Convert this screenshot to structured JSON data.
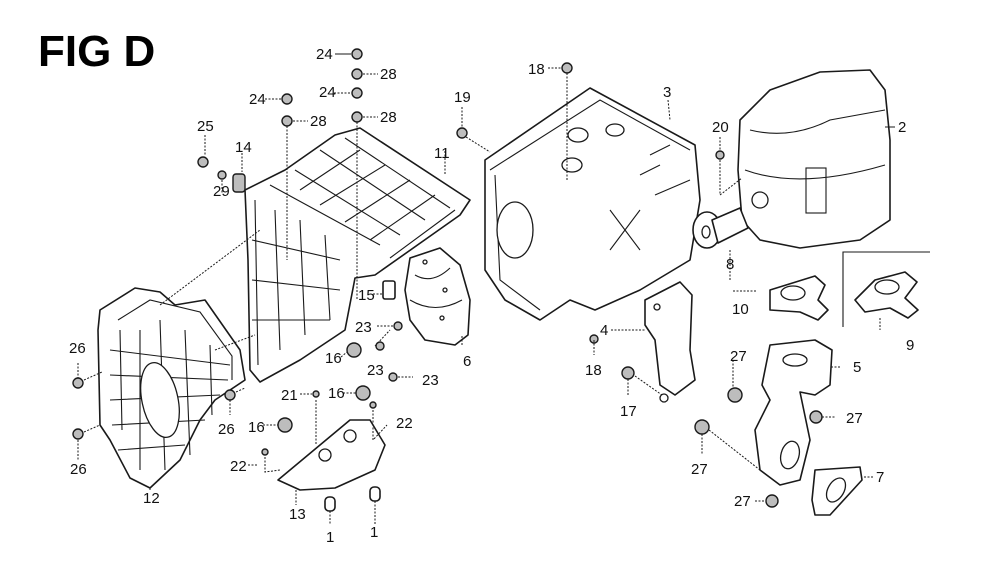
{
  "figure": {
    "title": "FIG D",
    "type": "exploded-parts-diagram"
  },
  "callouts": [
    {
      "id": "c1a",
      "label": "1"
    },
    {
      "id": "c1b",
      "label": "1"
    },
    {
      "id": "c2",
      "label": "2"
    },
    {
      "id": "c3",
      "label": "3"
    },
    {
      "id": "c4",
      "label": "4"
    },
    {
      "id": "c5",
      "label": "5"
    },
    {
      "id": "c6",
      "label": "6"
    },
    {
      "id": "c7",
      "label": "7"
    },
    {
      "id": "c8",
      "label": "8"
    },
    {
      "id": "c9",
      "label": "9"
    },
    {
      "id": "c10",
      "label": "10"
    },
    {
      "id": "c11",
      "label": "11"
    },
    {
      "id": "c12",
      "label": "12"
    },
    {
      "id": "c13",
      "label": "13"
    },
    {
      "id": "c14",
      "label": "14"
    },
    {
      "id": "c15",
      "label": "15"
    },
    {
      "id": "c16a",
      "label": "16"
    },
    {
      "id": "c16b",
      "label": "16"
    },
    {
      "id": "c16c",
      "label": "16"
    },
    {
      "id": "c17",
      "label": "17"
    },
    {
      "id": "c18a",
      "label": "18"
    },
    {
      "id": "c18b",
      "label": "18"
    },
    {
      "id": "c19",
      "label": "19"
    },
    {
      "id": "c20",
      "label": "20"
    },
    {
      "id": "c21",
      "label": "21"
    },
    {
      "id": "c22a",
      "label": "22"
    },
    {
      "id": "c22b",
      "label": "22"
    },
    {
      "id": "c23a",
      "label": "23"
    },
    {
      "id": "c23b",
      "label": "23"
    },
    {
      "id": "c23c",
      "label": "23"
    },
    {
      "id": "c24a",
      "label": "24"
    },
    {
      "id": "c24b",
      "label": "24"
    },
    {
      "id": "c24c",
      "label": "24"
    },
    {
      "id": "c25",
      "label": "25"
    },
    {
      "id": "c26a",
      "label": "26"
    },
    {
      "id": "c26b",
      "label": "26"
    },
    {
      "id": "c26c",
      "label": "26"
    },
    {
      "id": "c27a",
      "label": "27"
    },
    {
      "id": "c27b",
      "label": "27"
    },
    {
      "id": "c27c",
      "label": "27"
    },
    {
      "id": "c27d",
      "label": "27"
    },
    {
      "id": "c28a",
      "label": "28"
    },
    {
      "id": "c28b",
      "label": "28"
    },
    {
      "id": "c28c",
      "label": "28"
    }
  ]
}
